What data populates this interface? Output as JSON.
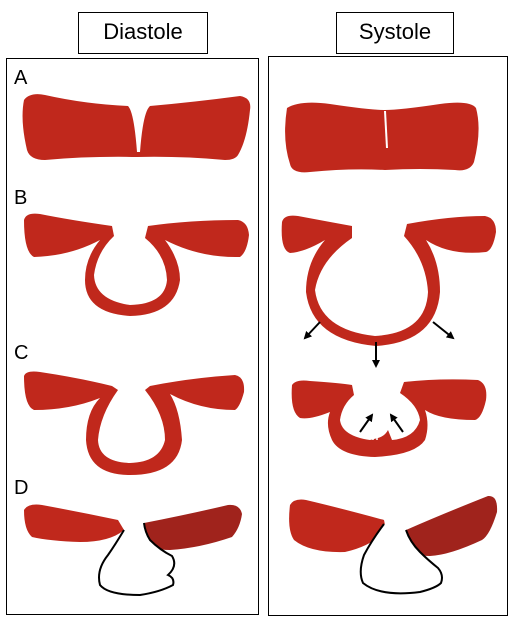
{
  "titles": {
    "diastole": "Diastole",
    "systole": "Systole"
  },
  "row_labels": {
    "a": "A",
    "b": "B",
    "c": "C",
    "d": "D"
  },
  "colors": {
    "tissue": "#c0281c",
    "tissue_dark": "#a0231c",
    "outline": "#000000"
  }
}
